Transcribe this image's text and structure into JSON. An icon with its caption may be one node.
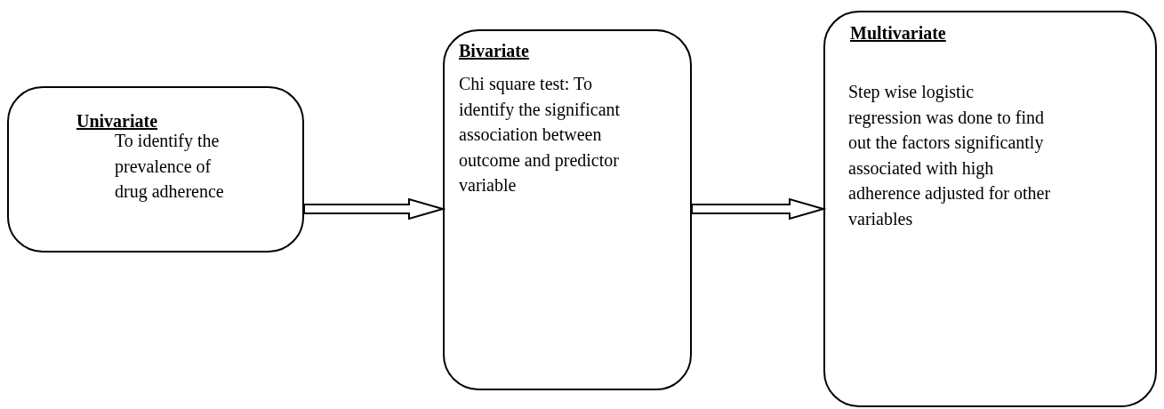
{
  "diagram": {
    "nodes": [
      {
        "text": [
          "Univariate",
          "To identify the prevalence of drug adherence"
        ]
      },
      {
        "text": [
          "Bivariate",
          "Chi square test: To identify the significant association between outcome and predictor variable"
        ]
      },
      {
        "text": [
          "Multivariate",
          "Step wise logistic regression was done to find out the factors significantly associated with high adherence adjusted for other variables"
        ]
      }
    ],
    "edges": [
      {
        "from": 0,
        "to": 1,
        "arrow": "to"
      },
      {
        "from": 1,
        "to": 2,
        "arrow": "to"
      }
    ]
  }
}
